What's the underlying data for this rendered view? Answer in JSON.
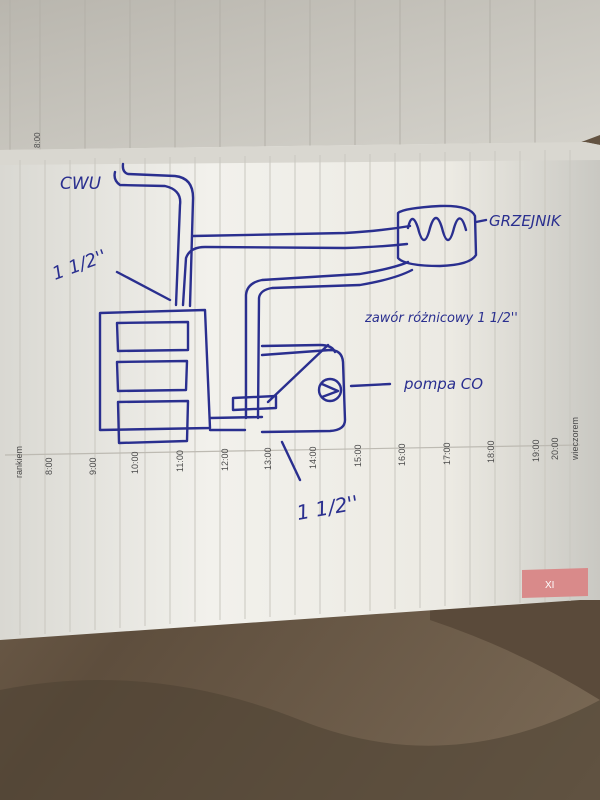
{
  "sketch": {
    "label_cwu": "CWU",
    "label_pipe_top": "1 1/2''",
    "label_heater": "GRZEJNIK",
    "label_valve": "zawór różnicowy 1 1/2''",
    "label_pump": "pompa CO",
    "label_pipe_bottom": "1 1/2''"
  },
  "planner": {
    "hours": [
      "rankiem",
      "8:00",
      "9:00",
      "10:00",
      "11:00",
      "12:00",
      "13:00",
      "14:00",
      "15:00",
      "16:00",
      "17:00",
      "18:00",
      "19:00",
      "20:00",
      "wieczorem"
    ],
    "tab_label": "XI",
    "top_page_hour": "8:00"
  },
  "colors": {
    "ink": "#2a2f8f",
    "paper": "#efeee8",
    "table": "#6b5a47",
    "tab": "#d98a8a"
  }
}
